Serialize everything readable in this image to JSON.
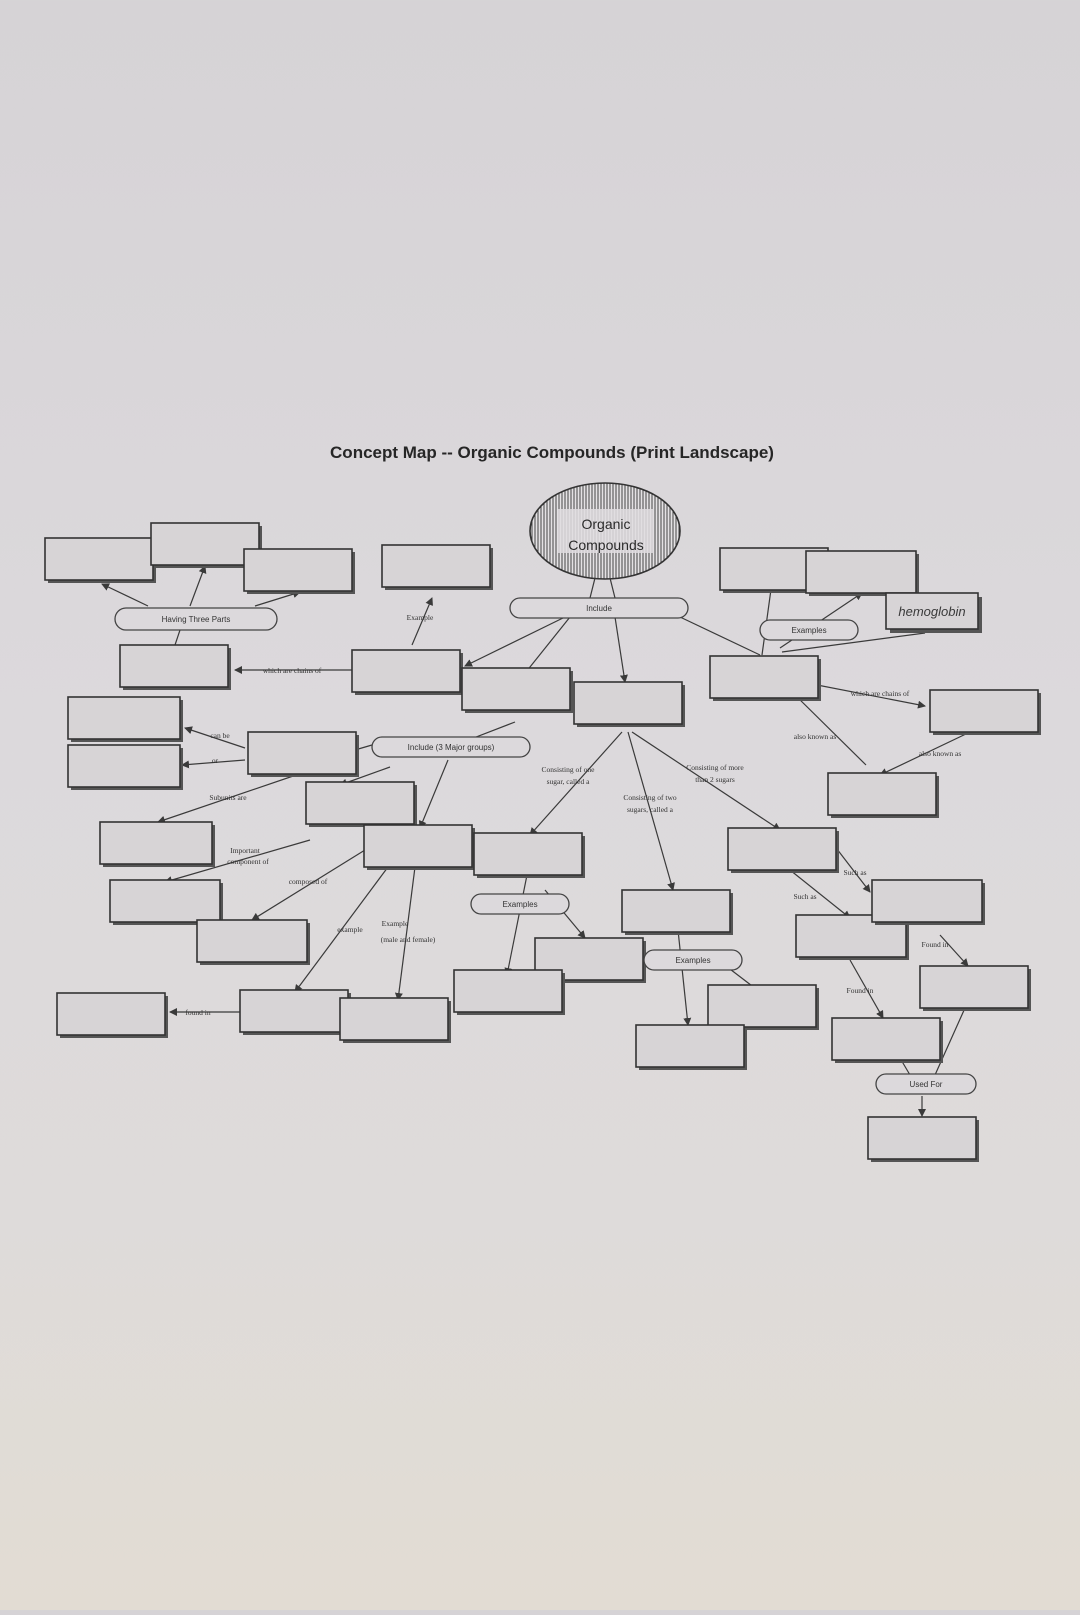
{
  "title": "Concept Map -- Organic Compounds (Print Landscape)",
  "center": {
    "line1": "Organic",
    "line2": "Compounds"
  },
  "pills": {
    "include": "Include",
    "having_three_parts": "Having Three Parts",
    "include_3_major": "Include (3 Major groups)",
    "examples_right": "Examples",
    "examples_carb1": "Examples",
    "examples_carb2": "Examples",
    "used_for": "Used For"
  },
  "labels": {
    "example_top": "Example",
    "which_are_chains_left": "which are chains of",
    "can_be": "can be",
    "or": "or",
    "subunits_are": "Subunits are",
    "important_1": "Important",
    "important_2": "component of",
    "composed_of": "composed of",
    "example_lower": "example",
    "example_mf_1": "Example",
    "example_mf_2": "(male and female)",
    "found_in_left": "found in",
    "one_sugar_1": "Consisting of one",
    "one_sugar_2": "sugar, called a",
    "two_sugars_1": "Consisting of two",
    "two_sugars_2": "sugars, called a",
    "more_sugars_1": "Consisting of more",
    "more_sugars_2": "than 2 sugars",
    "which_are_chains_right": "which are chains of",
    "also_known_as_1": "also known as",
    "also_known_as_2": "also known as",
    "such_as_1": "Such as",
    "such_as_2": "Such as",
    "found_in_1": "Found in",
    "found_in_2": "Found in"
  },
  "hemoglobin": "hemoglobin"
}
